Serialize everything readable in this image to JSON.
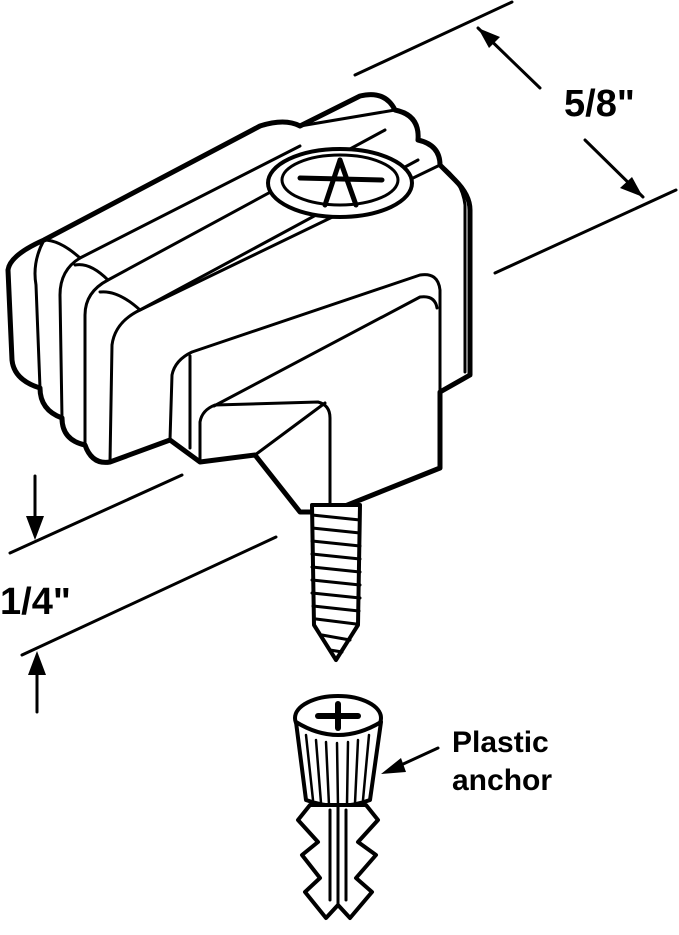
{
  "diagram": {
    "dimensions": {
      "top_right": "5/8\"",
      "left": "1/4\""
    },
    "callout": {
      "line1": "Plastic",
      "line2": "anchor"
    },
    "colors": {
      "stroke": "#000000",
      "fill": "#ffffff"
    }
  }
}
